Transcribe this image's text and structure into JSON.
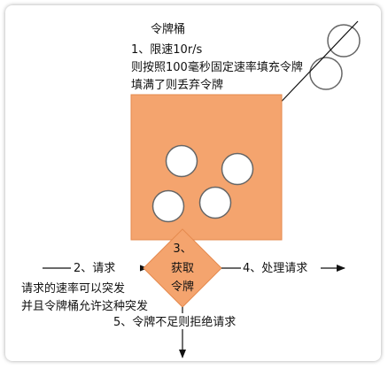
{
  "bucket": {
    "title": "令牌桶",
    "lines": [
      "1、限速10r/s",
      "则按照100毫秒固定速率填充令牌",
      "填满了则丢弃令牌"
    ]
  },
  "step2": {
    "label": "2、请求",
    "notes": [
      "请求的速率可以突发",
      "并且令牌桶允许这种突发"
    ]
  },
  "step3": {
    "lines": [
      "3、",
      "获取",
      "令牌"
    ]
  },
  "step4": {
    "label": "4、处理请求"
  },
  "step5": {
    "label": "5、令牌不足则拒绝请求"
  },
  "colors": {
    "bucket_fill": "#F4A46E",
    "diamond_fill": "#F4A46E",
    "token_fill": "#FFFFFF"
  }
}
